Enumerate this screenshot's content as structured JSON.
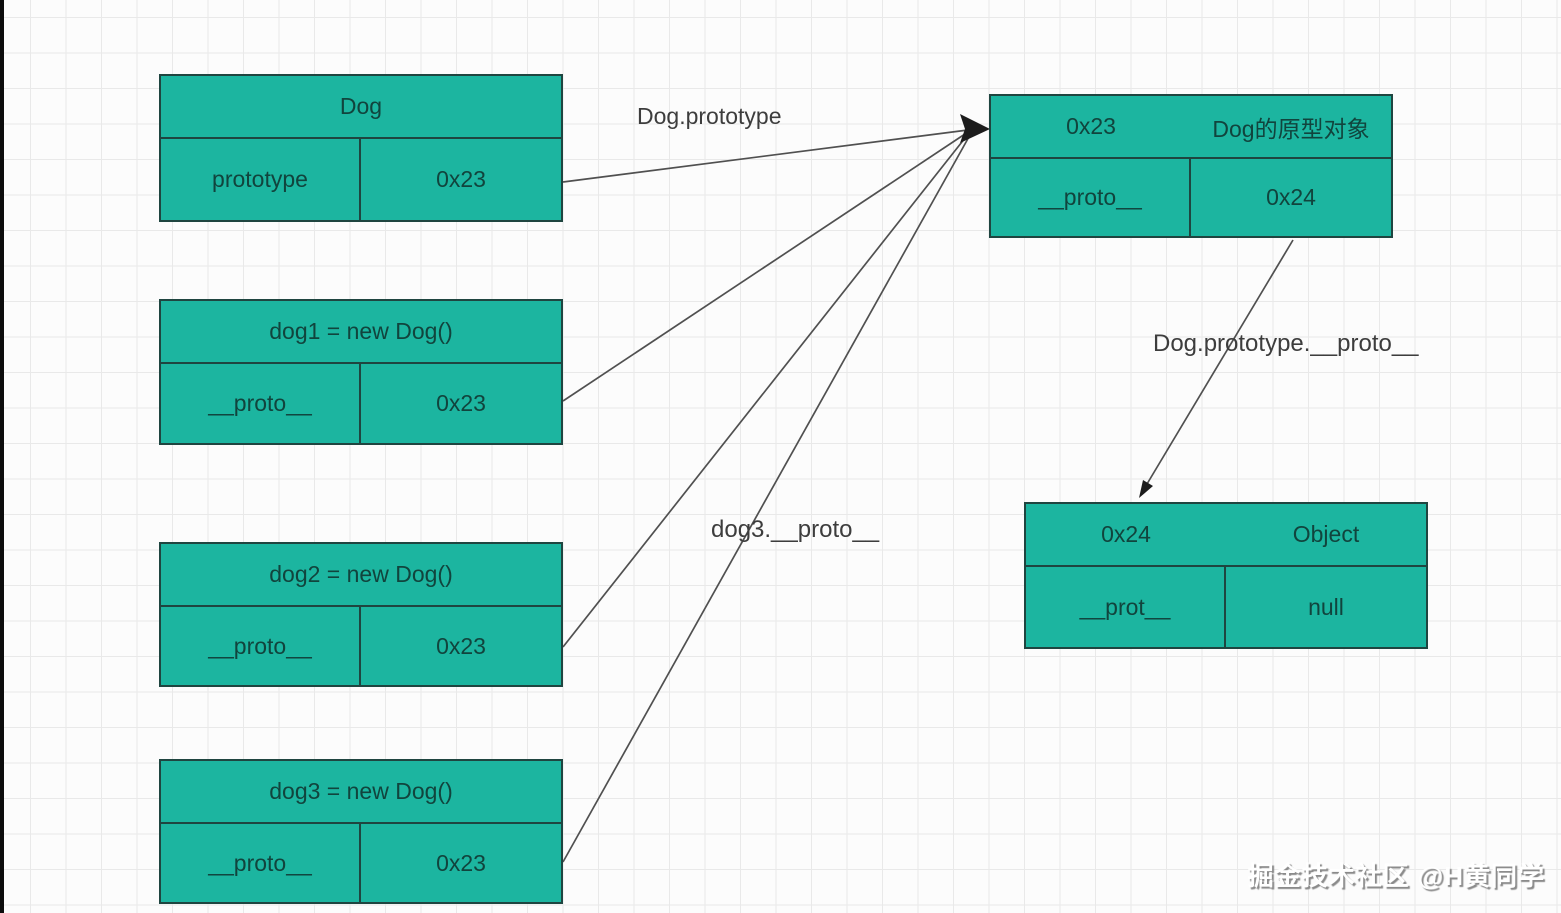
{
  "colors": {
    "node-fill": "#1cb5a0",
    "node-border": "#1f4540",
    "node-text": "#11443d",
    "arrow": "#505050",
    "arrowhead": "#1c1c1c",
    "label-text": "#3d3d3d",
    "grid-line": "#e9e9e9",
    "canvas-bg": "#fcfcfc",
    "watermark": "#ffffff"
  },
  "boxes": {
    "dog": {
      "title": "Dog",
      "key": "prototype",
      "value": "0x23"
    },
    "dog1": {
      "title": "dog1 = new Dog()",
      "key": "__proto__",
      "value": "0x23"
    },
    "dog2": {
      "title": "dog2 = new Dog()",
      "key": "__proto__",
      "value": "0x23"
    },
    "dog3": {
      "title": "dog3 = new Dog()",
      "key": "__proto__",
      "value": "0x23"
    },
    "proto23": {
      "address": "0x23",
      "name": "Dog的原型对象",
      "key": "__proto__",
      "value": "0x24"
    },
    "proto24": {
      "address": "0x24",
      "name": "Object",
      "key": "__prot__",
      "value": "null"
    }
  },
  "labels": {
    "dog_prototype": "Dog.prototype",
    "dog3_proto": "dog3.__proto__",
    "dog_prototype_proto": "Dog.prototype.__proto__"
  },
  "watermark": "掘金技术社区 @H黄同学"
}
